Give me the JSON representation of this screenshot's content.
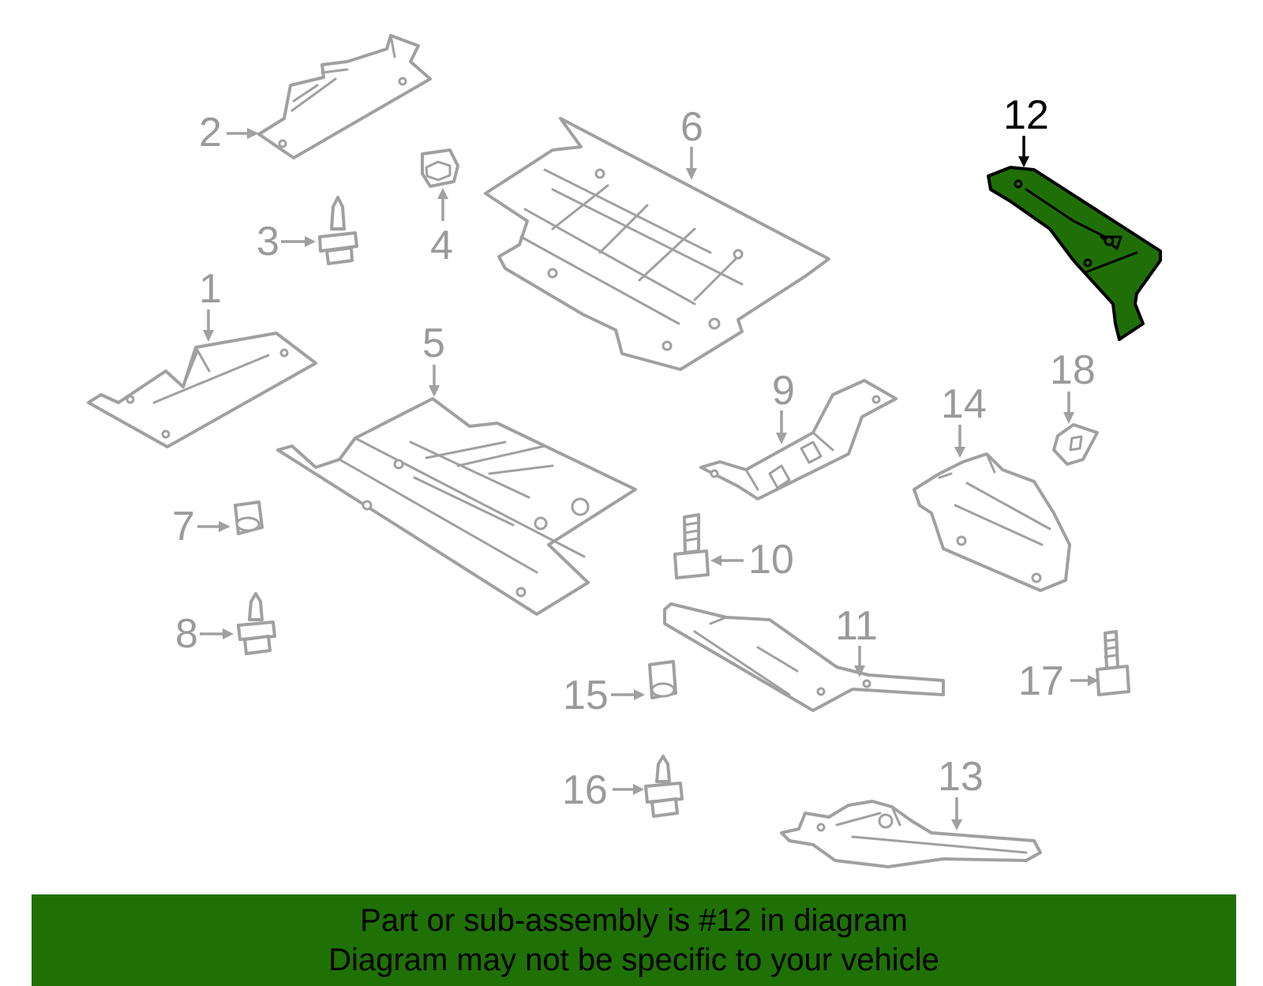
{
  "callouts": {
    "p1": "1",
    "p2": "2",
    "p3": "3",
    "p4": "4",
    "p5": "5",
    "p6": "6",
    "p7": "7",
    "p8": "8",
    "p9": "9",
    "p10": "10",
    "p11": "11",
    "p12": "12",
    "p13": "13",
    "p14": "14",
    "p15": "15",
    "p16": "16",
    "p17": "17",
    "p18": "18"
  },
  "highlighted_part": "12",
  "colors": {
    "highlight": "#1f7005",
    "outline": "#a0a0a0",
    "selected_outline": "#000000"
  },
  "banner": {
    "line1": "Part or sub-assembly is #12 in diagram",
    "line2": "Diagram may not be specific to your vehicle"
  }
}
